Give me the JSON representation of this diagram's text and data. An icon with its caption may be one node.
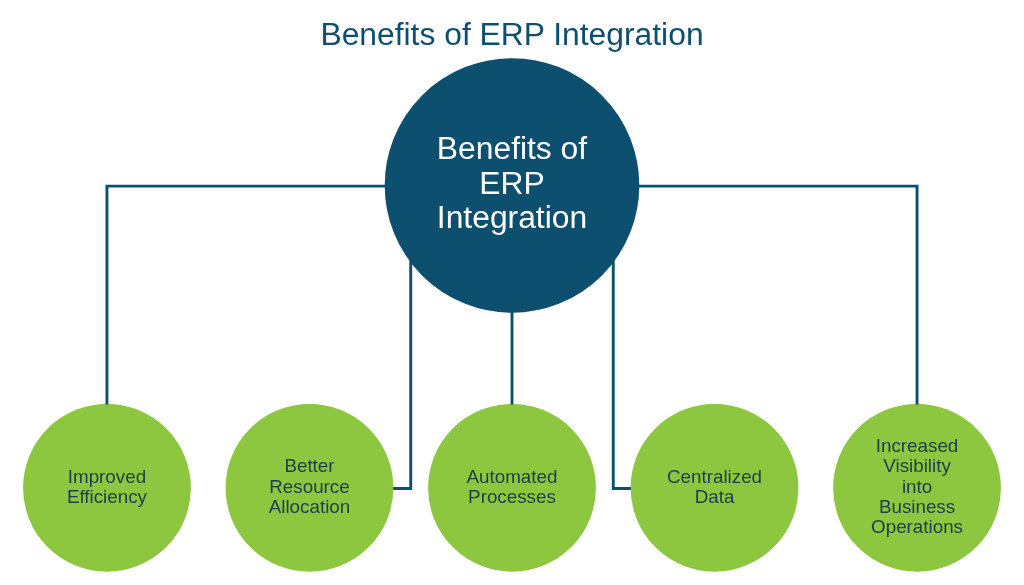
{
  "diagram": {
    "title": "Benefits of ERP Integration",
    "nodes": [
      {
        "text": [
          "Benefits of ERP Integration"
        ]
      },
      {
        "text": [
          "Improved Efficiency"
        ]
      },
      {
        "text": [
          "Better Resource Allocation"
        ]
      },
      {
        "text": [
          "Automated Processes"
        ]
      },
      {
        "text": [
          "Centralized Data"
        ]
      },
      {
        "text": [
          "Increased Visibility into Business Operations"
        ]
      }
    ],
    "edges": [
      {
        "from": 0,
        "to": 1,
        "arrow": "none"
      },
      {
        "from": 0,
        "to": 2,
        "arrow": "none"
      },
      {
        "from": 0,
        "to": 3,
        "arrow": "none"
      },
      {
        "from": 0,
        "to": 4,
        "arrow": "none"
      },
      {
        "from": 0,
        "to": 5,
        "arrow": "none"
      }
    ]
  }
}
